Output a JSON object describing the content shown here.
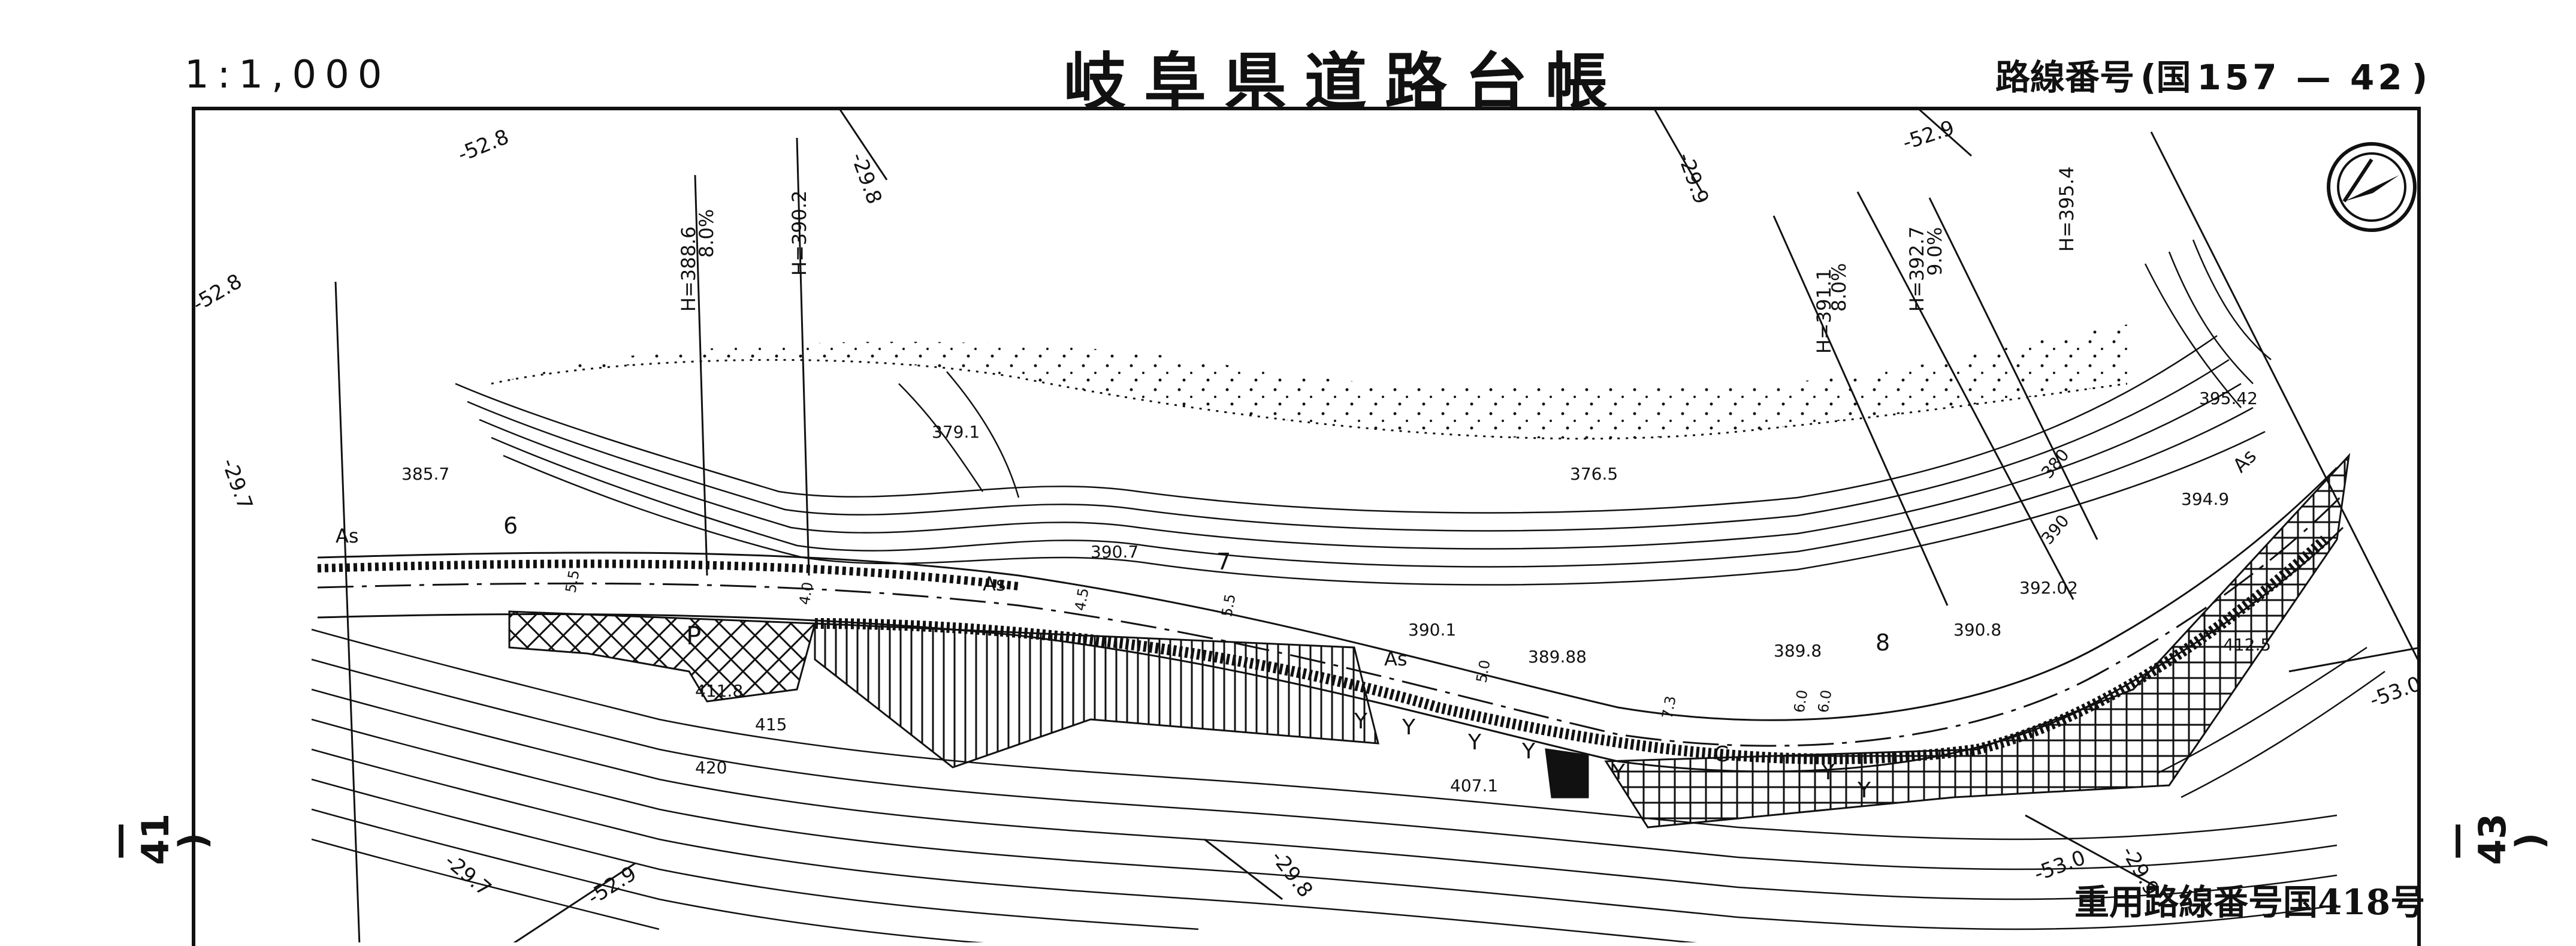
{
  "header": {
    "scale": "1:1,000",
    "title": "岐阜県道路台帳",
    "route_label": "路線番号",
    "route_open": "(国",
    "route_number": "157 — 42",
    "route_close": ")"
  },
  "sheet_refs": {
    "left": "— 41 )",
    "right": "— 43 )"
  },
  "overlap_note": "重用路線番号国418号",
  "contours": {
    "elevations": [
      "385.7",
      "379.1",
      "376.5",
      "390.7",
      "390.1",
      "389.88",
      "389.8",
      "390.8",
      "392.02",
      "394.9",
      "395.42",
      "411.8",
      "415",
      "420",
      "407.1",
      "412.5",
      "380",
      "390"
    ]
  },
  "grid_labels": [
    "-52.8",
    "-52.8",
    "-29.8",
    "-29.9",
    "-52.9",
    "-29.7",
    "-29.7",
    "-52.9",
    "-29.8",
    "-53.0",
    "-29.9",
    "-53.0"
  ],
  "heights": [
    "H=388.6",
    "H=390.2",
    "H=391.1",
    "H=392.7",
    "H=395.4"
  ],
  "grades": [
    "8.0%",
    "8.0%",
    "9.0%"
  ],
  "road_labels": [
    "As",
    "As",
    "As",
    "As"
  ],
  "chainage": [
    "6",
    "7",
    "8"
  ],
  "widths": [
    "5.5",
    "4.0",
    "4.5",
    "5.5",
    "5.0",
    "7.3",
    "6.0",
    "6.0"
  ],
  "symbols": [
    "P",
    "Y",
    "Y",
    "Y",
    "Y",
    "Y",
    "Y",
    "Y",
    "C"
  ]
}
